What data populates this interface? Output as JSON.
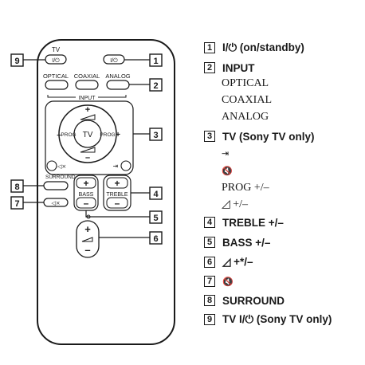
{
  "remote": {
    "top_label_tv": "TV",
    "power_symbol": "I/⏻",
    "input_buttons": [
      "OPTICAL",
      "COAXIAL",
      "ANALOG"
    ],
    "input_group_label": "INPUT",
    "dpad_center": "TV",
    "dpad_left": "PROG",
    "dpad_right": "PROG",
    "dpad_up": "+",
    "dpad_down": "–",
    "mute_symbol": "🔇",
    "input_symbol": "⇥",
    "surround_label": "SURROUND",
    "bass_label": "BASS",
    "treble_label": "TREBLE",
    "plus": "+",
    "minus": "–"
  },
  "callouts": [
    "9",
    "1",
    "2",
    "3",
    "8",
    "4",
    "7",
    "5",
    "6"
  ],
  "legend": [
    {
      "num": "1",
      "label": "I/⏻ (on/standby)",
      "subs": []
    },
    {
      "num": "2",
      "label": "INPUT",
      "subs": [
        "OPTICAL",
        "COAXIAL",
        "ANALOG"
      ]
    },
    {
      "num": "3",
      "label": "TV (Sony TV only)",
      "subs": [
        "⇥",
        "🔇",
        "PROG +/–",
        "◿ +/–"
      ]
    },
    {
      "num": "4",
      "label": "TREBLE +/–",
      "subs": []
    },
    {
      "num": "5",
      "label": "BASS +/–",
      "subs": []
    },
    {
      "num": "6",
      "label": "◿ +*/–",
      "subs": []
    },
    {
      "num": "7",
      "label": "🔇",
      "subs": []
    },
    {
      "num": "8",
      "label": "SURROUND",
      "subs": []
    },
    {
      "num": "9",
      "label": "TV I/⏻ (Sony TV only)",
      "subs": []
    }
  ]
}
